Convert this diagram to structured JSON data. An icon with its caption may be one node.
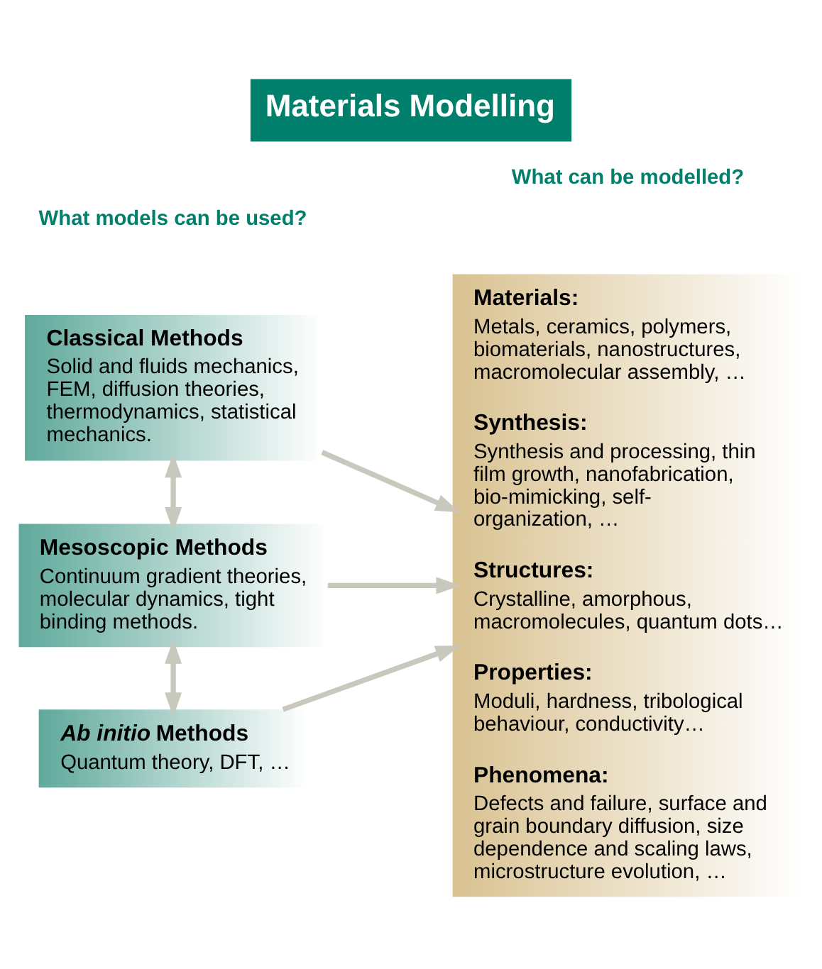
{
  "diagram": {
    "title": "Materials Modelling",
    "nodes": [
      {
        "text": [
          "Classical Methods",
          "Solid and fluids mechanics, FEM, diffusion theories, thermodynamics, statistical mechanics."
        ]
      },
      {
        "text": [
          "Mesoscopic Methods",
          "Continuum gradient theories, molecular dynamics, tight binding methods."
        ]
      },
      {
        "text": [
          "*Ab initio* Methods",
          "Quantum theory, DFT, …"
        ]
      },
      {
        "text": [
          "Materials:",
          "Metals, ceramics, polymers, biomaterials, nanostructures, macromolecular assembly, …",
          "Synthesis:",
          "Synthesis and processing, thin film growth, nanofabrication, bio-mimicking, self-organization, …",
          "Structures:",
          "Crystalline, amorphous, macromolecules, quantum dots…",
          "Properties:",
          "Moduli, hardness, tribological behaviour, conductivity…",
          "Phenomena:",
          "Defects and failure, surface and grain boundary diffusion, size dependence and scaling laws, microstructure evolution, …"
        ]
      }
    ],
    "edges": [
      {
        "from": 0,
        "to": 3,
        "arrow": "to"
      },
      {
        "from": 0,
        "to": 1,
        "arrow": "both"
      },
      {
        "from": 1,
        "to": 3,
        "arrow": "to"
      },
      {
        "from": 1,
        "to": 2,
        "arrow": "both"
      },
      {
        "from": 2,
        "to": 3,
        "arrow": "to"
      }
    ],
    "labels": [
      "What models can be used?",
      "What can be modelled?"
    ]
  }
}
